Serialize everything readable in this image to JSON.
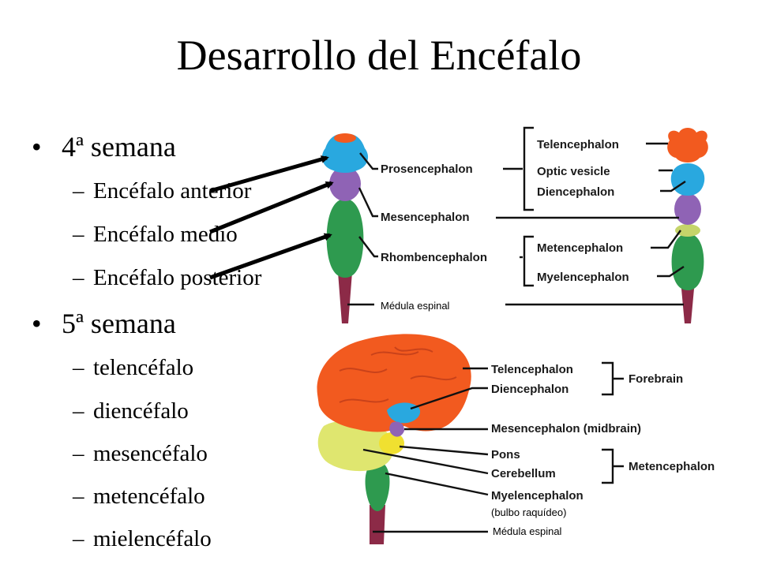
{
  "slide": {
    "title": "Desarrollo del Encéfalo"
  },
  "bullets": {
    "week4": {
      "label": "4ª semana",
      "items": [
        "Encéfalo anterior",
        "Encéfalo medio",
        "Encéfalo posterior"
      ]
    },
    "week5": {
      "label": "5ª semana",
      "items": [
        "telencéfalo",
        "diencéfalo",
        "mesencéfalo",
        "metencéfalo",
        "mielencéfalo"
      ]
    }
  },
  "top_diagram": {
    "primary": [
      "Prosencephalon",
      "Mesencephalon",
      "Rhombencephalon"
    ],
    "secondary": [
      "Telencephalon",
      "Optic vesicle",
      "Diencephalon",
      "Metencephalon",
      "Myelencephalon"
    ],
    "spinal_cord": "Médula espinal"
  },
  "bottom_diagram": {
    "structures": [
      "Telencephalon",
      "Diencephalon",
      "Mesencephalon (midbrain)",
      "Pons",
      "Cerebellum",
      "Myelencephalon"
    ],
    "myelencephalon_note": "(bulbo raquídeo)",
    "groups": [
      "Forebrain",
      "Metencephalon"
    ],
    "spinal_cord": "Médula espinal"
  },
  "colors": {
    "prosencephalon": "#29a8df",
    "telencephalon": "#f25a1f",
    "mesencephalon": "#8f63b5",
    "rhombencephalon": "#2e9a4f",
    "metencephalon_ring": "#c5d46a",
    "cerebellum": "#dfe66f",
    "spinal_cord": "#8c2a47"
  }
}
